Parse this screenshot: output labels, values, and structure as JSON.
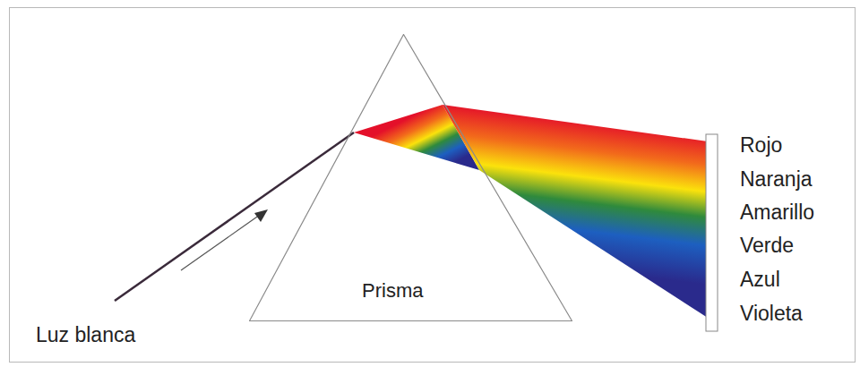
{
  "diagram": {
    "nodes": [
      {
        "text": [
          "Prisma"
        ]
      }
    ],
    "labels": [
      "Luz blanca",
      "Rojo",
      "Naranja",
      "Amarillo",
      "Verde",
      "Azul",
      "Violeta"
    ]
  }
}
